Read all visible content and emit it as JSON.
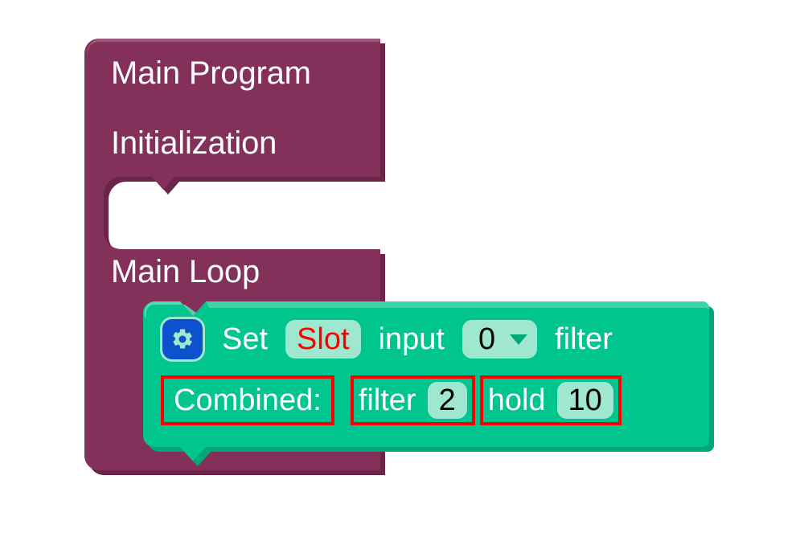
{
  "colors": {
    "program_block": "#83305a",
    "program_block_shadow": "#6b2549",
    "program_block_highlight": "#9d5b7e",
    "statement_block": "#00c58e",
    "statement_block_shadow": "#00a877",
    "statement_block_highlight": "#63ddb7",
    "field_bg": "#9fe8cf",
    "gear_button_bg": "#0b52cc",
    "gear_glyph": "#9fe8cf",
    "highlight_outline": "#ff0000",
    "text_on_block": "#ffffff",
    "text_in_field": "#000000",
    "slot_value_text": "#ff0000",
    "canvas": "#ffffff"
  },
  "program_block": {
    "sections": [
      {
        "id": "main-program",
        "label": "Main Program"
      },
      {
        "id": "initialization",
        "label": "Initialization"
      },
      {
        "id": "main-loop",
        "label": "Main Loop"
      }
    ]
  },
  "statement_block": {
    "gear_icon": "gear-icon",
    "top_row": {
      "verb": "Set",
      "slot_field_value": "Slot",
      "input_label": "input",
      "input_value": "0",
      "input_dropdown_icon": "chevron-down-icon",
      "trailing_label": "filter"
    },
    "bottom_row": {
      "combined_label": "Combined:",
      "filter_label": "filter",
      "filter_value": "2",
      "hold_label": "hold",
      "hold_value": "10"
    },
    "highlighted_regions": [
      "Combined:",
      "filter 2",
      "hold 10"
    ]
  }
}
